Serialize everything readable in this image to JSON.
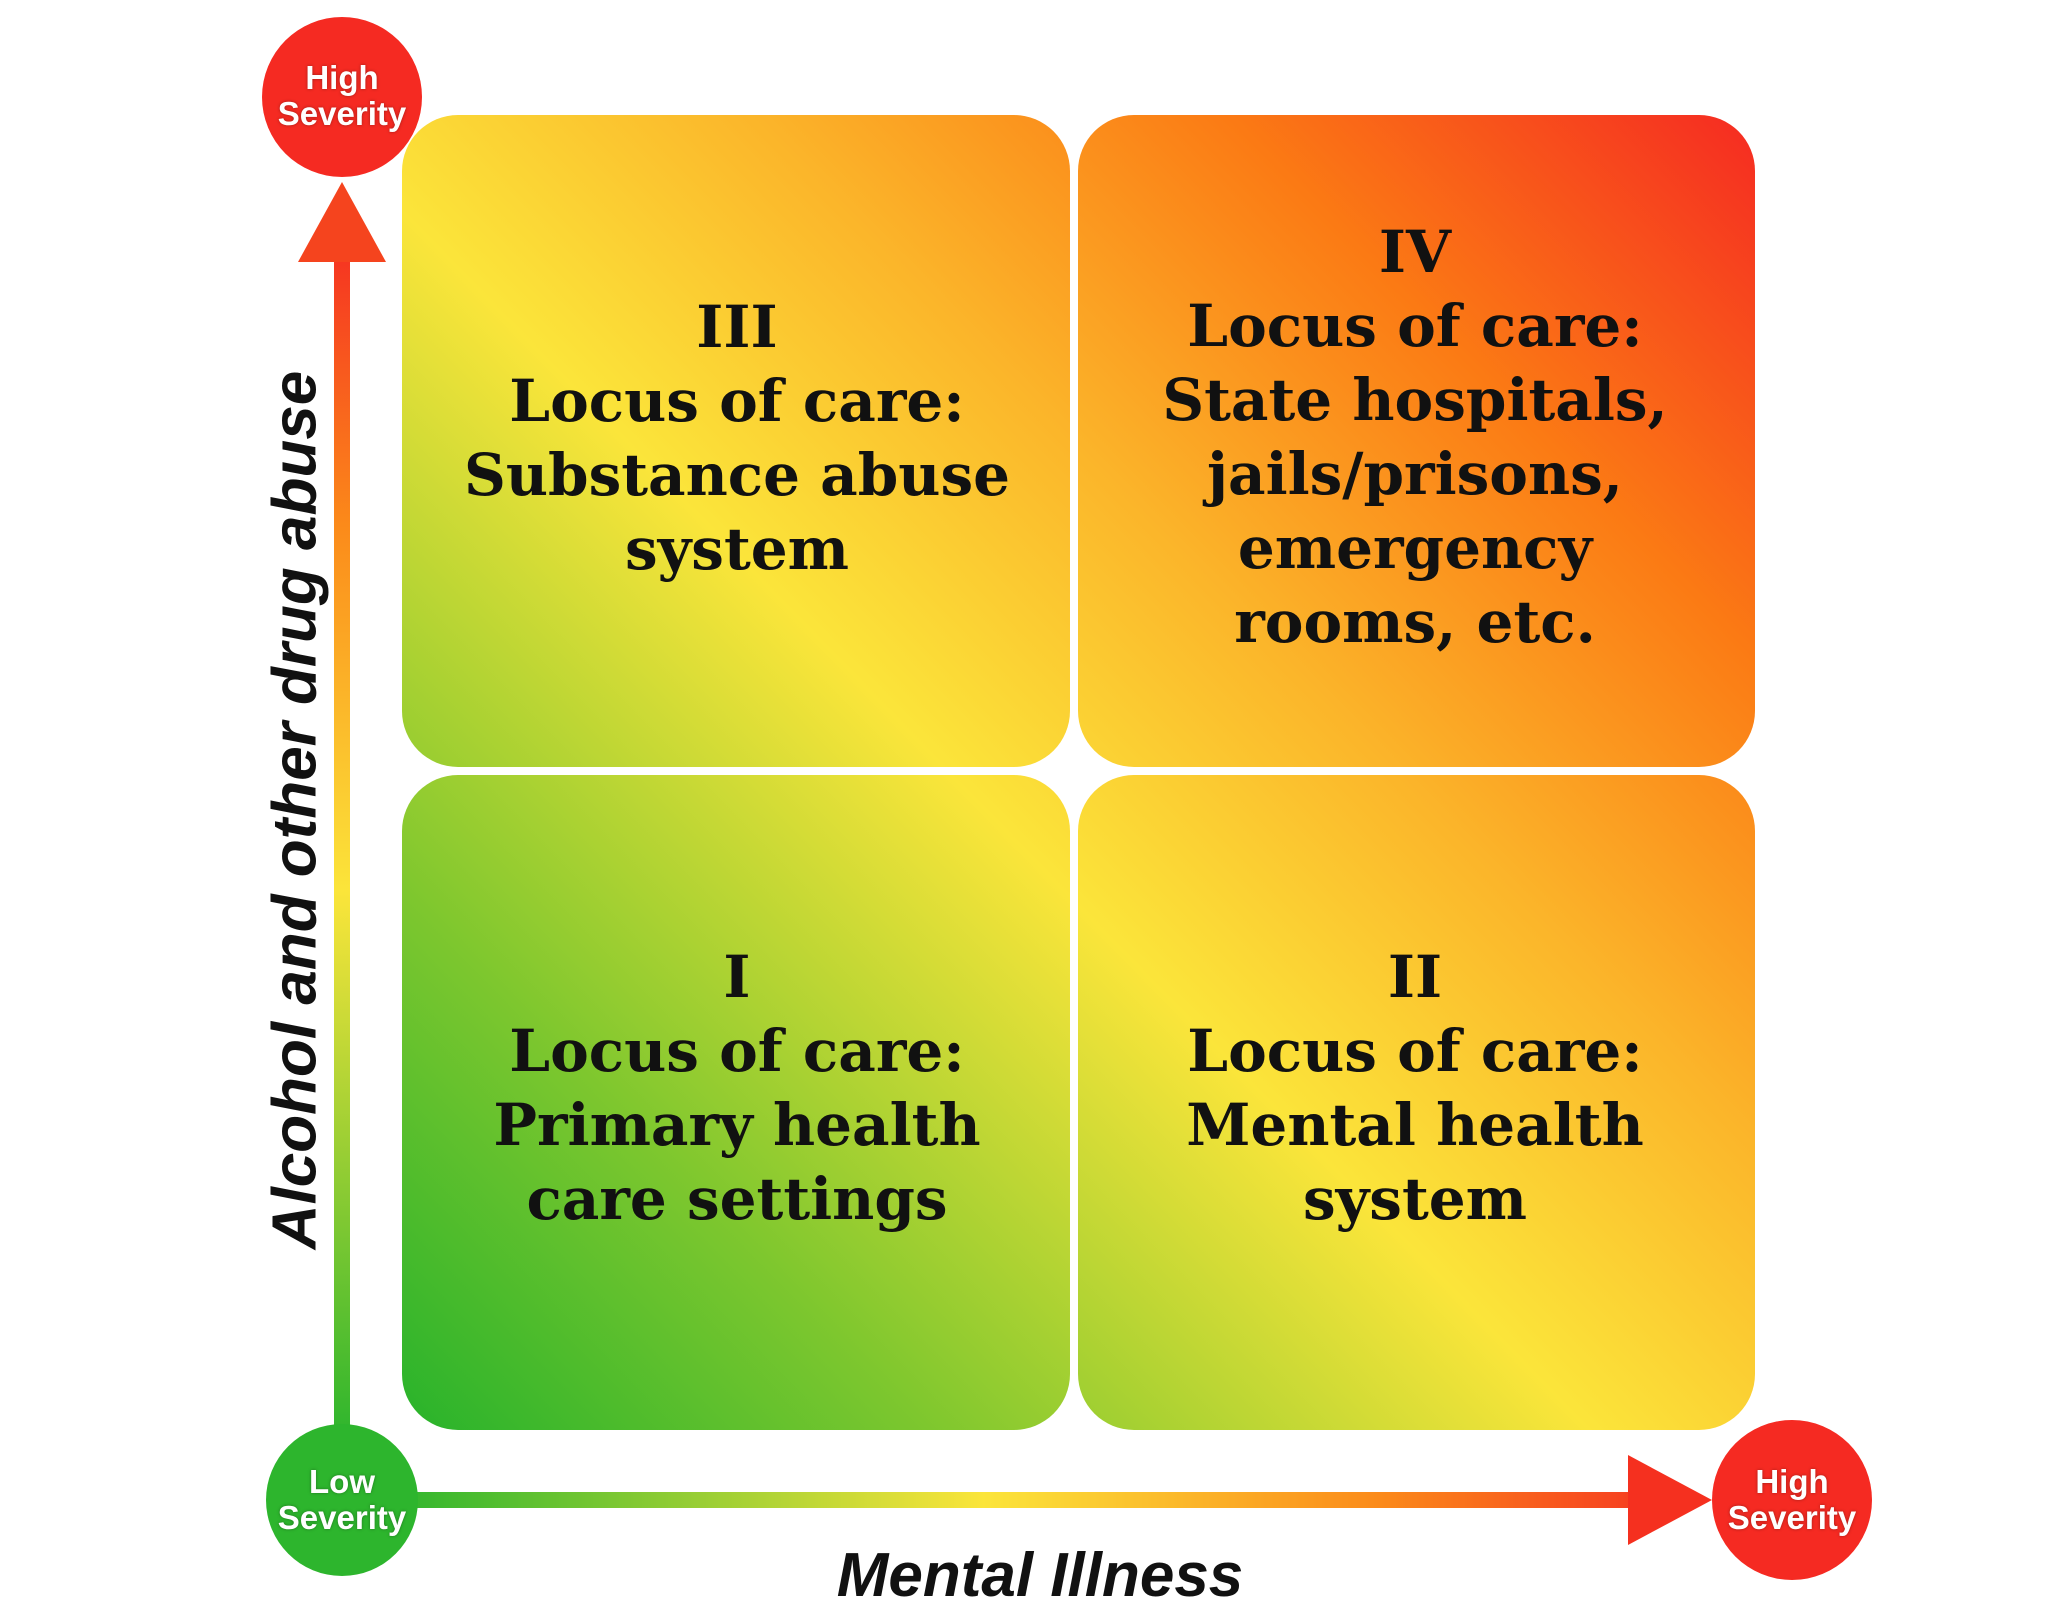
{
  "quadrants": [
    {
      "id": "III",
      "numeral": "III",
      "lines": [
        "Locus of care:",
        "Substance abuse",
        "system"
      ]
    },
    {
      "id": "IV",
      "numeral": "IV",
      "lines": [
        "Locus of care:",
        "State hospitals,",
        "jails/prisons,",
        "emergency",
        "rooms, etc."
      ]
    },
    {
      "id": "I",
      "numeral": "I",
      "lines": [
        "Locus of care:",
        "Primary health",
        "care settings"
      ]
    },
    {
      "id": "II",
      "numeral": "II",
      "lines": [
        "Locus of care:",
        "Mental health",
        "system"
      ]
    }
  ],
  "axes": {
    "y_label": "Alcohol and other drug abuse",
    "x_label": "Mental Illness"
  },
  "severity_markers": {
    "top": [
      "High",
      "Severity"
    ],
    "origin": [
      "Low",
      "Severity"
    ],
    "right": [
      "High",
      "Severity"
    ]
  },
  "colors": {
    "green": "#2db52d",
    "yellow": "#fbe53a",
    "orange": "#fb7a14",
    "red": "#f52a22",
    "text": "#111111"
  }
}
